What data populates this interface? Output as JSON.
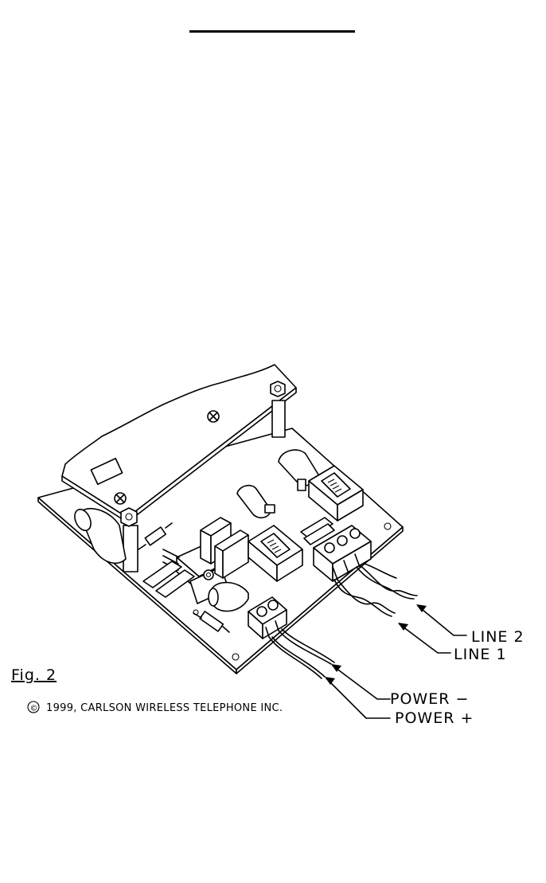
{
  "figure": {
    "caption": "Fig. 2",
    "copyright": "1999, CARLSON WIRELESS TELEPHONE INC.",
    "copyright_symbol": "©"
  },
  "callouts": {
    "line2": "LINE 2",
    "line1": "LINE 1",
    "power_minus": "POWER −",
    "power_plus": "POWER +"
  }
}
